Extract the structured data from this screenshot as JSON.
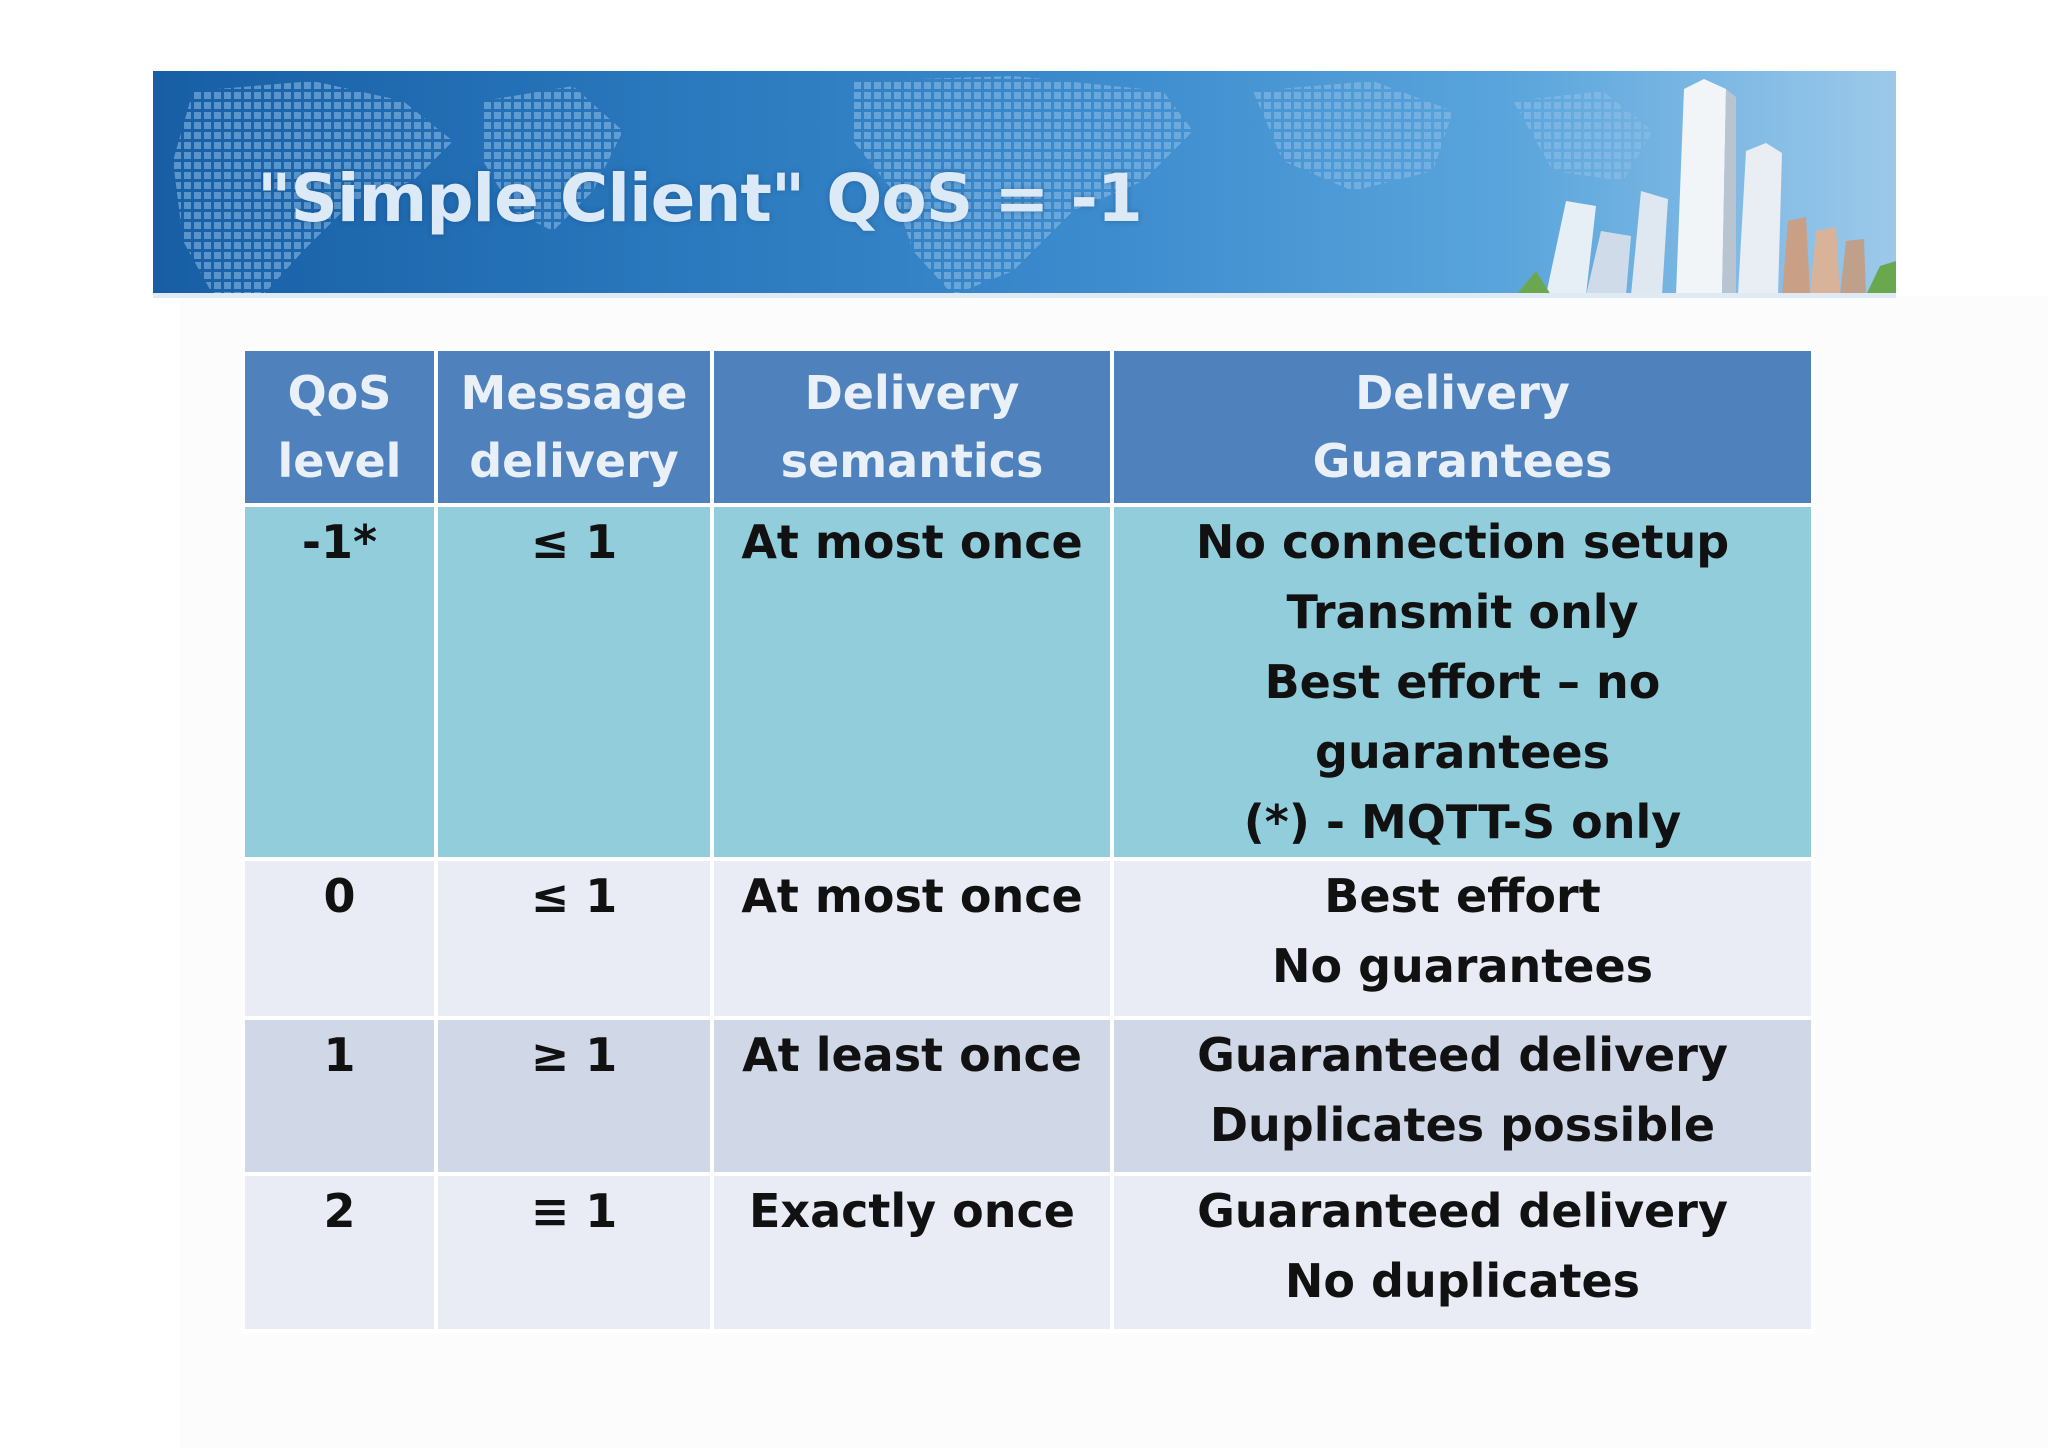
{
  "title": "\"Simple Client\" QoS = -1",
  "table": {
    "headers": [
      {
        "line1": "QoS",
        "line2": "level"
      },
      {
        "line1": "Message",
        "line2": "delivery"
      },
      {
        "line1": "Delivery",
        "line2": "semantics"
      },
      {
        "line1": "Delivery",
        "line2": "Guarantees"
      }
    ],
    "rows": [
      {
        "qos": "-1*",
        "delivery": "≤ 1",
        "semantics": "At most once",
        "guarantees": [
          "No connection setup",
          "Transmit only",
          "Best effort – no guarantees",
          "(*) - MQTT-S only"
        ]
      },
      {
        "qos": "0",
        "delivery": "≤ 1",
        "semantics": "At most once",
        "guarantees": [
          "Best effort",
          "No guarantees"
        ]
      },
      {
        "qos": "1",
        "delivery": "≥ 1",
        "semantics": "At least once",
        "guarantees": [
          "Guaranteed delivery",
          "Duplicates possible"
        ]
      },
      {
        "qos": "2",
        "delivery": "≡ 1",
        "semantics": "Exactly once",
        "guarantees": [
          "Guaranteed delivery",
          "No duplicates"
        ]
      }
    ]
  },
  "colors": {
    "header_fill": "#4f81bd",
    "highlight_row": "#92cddc",
    "band_light": "#e9ebf5",
    "band_mid": "#d0d8e8",
    "banner_blue": "#2a78bd"
  }
}
